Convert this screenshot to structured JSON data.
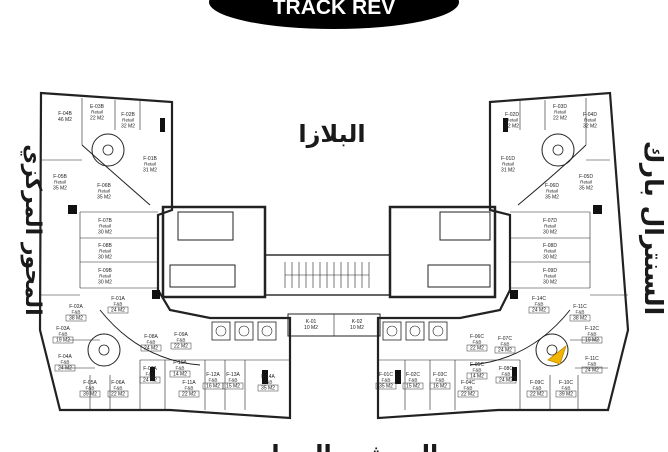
{
  "banner": {
    "title": "TRACK REV"
  },
  "labels": {
    "plaza": "البلازا",
    "central_axis": "المحور المركزي",
    "central_park": "السنترال بارك",
    "bottom": "الممشى السياحي"
  },
  "units_left": [
    {
      "id": "F-04B",
      "type": "",
      "area": "46 M2"
    },
    {
      "id": "E-03B",
      "type": "Retail",
      "area": "22 M2"
    },
    {
      "id": "F-02B",
      "type": "Retail",
      "area": "32 M2"
    },
    {
      "id": "F-01B",
      "type": "Retail",
      "area": "31 M2"
    },
    {
      "id": "F-05B",
      "type": "Retail",
      "area": "35 M2"
    },
    {
      "id": "F-06B",
      "type": "Retail",
      "area": "35 M2"
    },
    {
      "id": "F-07B",
      "type": "Retail",
      "area": "30 M2"
    },
    {
      "id": "F-08B",
      "type": "Retail",
      "area": "30 M2"
    },
    {
      "id": "F-09B",
      "type": "Retail",
      "area": "30 M2"
    },
    {
      "id": "F-02A",
      "type": "F&B",
      "area": "38 M2"
    },
    {
      "id": "F-01A",
      "type": "F&B",
      "area": "24 M2"
    },
    {
      "id": "F-03A",
      "type": "F&B",
      "area": "19 M2"
    },
    {
      "id": "F-04A",
      "type": "F&B",
      "area": "24 M2"
    },
    {
      "id": "F-05A",
      "type": "F&B",
      "area": "39 M2"
    },
    {
      "id": "F-06A",
      "type": "F&B",
      "area": "22 M2"
    },
    {
      "id": "F-07A",
      "type": "F&B",
      "area": "24 M2"
    },
    {
      "id": "F-08A",
      "type": "F&B",
      "area": "24 M2"
    },
    {
      "id": "F-09A",
      "type": "F&B",
      "area": "22 M2"
    },
    {
      "id": "F-10A",
      "type": "F&B",
      "area": "14 M2"
    },
    {
      "id": "F-11A",
      "type": "F&B",
      "area": "22 M2"
    },
    {
      "id": "F-12A",
      "type": "F&B",
      "area": "16 M2"
    },
    {
      "id": "F-13A",
      "type": "F&B",
      "area": "15 M2"
    },
    {
      "id": "F-14A",
      "type": "F&B",
      "area": "35 M2"
    }
  ],
  "units_right": [
    {
      "id": "F-02D",
      "type": "Retail",
      "area": "22 M2"
    },
    {
      "id": "F-03D",
      "type": "Retail",
      "area": "22 M2"
    },
    {
      "id": "F-04D",
      "type": "Retail",
      "area": "32 M2"
    },
    {
      "id": "F-01D",
      "type": "Retail",
      "area": "31 M2"
    },
    {
      "id": "F-05D",
      "type": "Retail",
      "area": "35 M2"
    },
    {
      "id": "F-06D",
      "type": "Retail",
      "area": "35 M2"
    },
    {
      "id": "F-07D",
      "type": "Retail",
      "area": "30 M2"
    },
    {
      "id": "F-08D",
      "type": "Retail",
      "area": "30 M2"
    },
    {
      "id": "F-09D",
      "type": "Retail",
      "area": "30 M2"
    },
    {
      "id": "F-14C",
      "type": "F&B",
      "area": "24 M2"
    },
    {
      "id": "F-11C",
      "type": "F&B",
      "area": "38 M2"
    },
    {
      "id": "F-12C",
      "type": "F&B",
      "area": "19 M2"
    },
    {
      "id": "F-06C",
      "type": "F&B",
      "area": "22 M2"
    },
    {
      "id": "F-07C",
      "type": "F&B",
      "area": "24 M2"
    },
    {
      "id": "F-11C",
      "type": "F&B",
      "area": "24 M2"
    },
    {
      "id": "F-05C",
      "type": "F&B",
      "area": "14 M2"
    },
    {
      "id": "F-08C",
      "type": "F&B",
      "area": "24 M2"
    },
    {
      "id": "F-09C",
      "type": "F&B",
      "area": "22 M2"
    },
    {
      "id": "F-10C",
      "type": "F&B",
      "area": "39 M2"
    },
    {
      "id": "F-01C",
      "type": "F&B",
      "area": "35 M2"
    },
    {
      "id": "F-02C",
      "type": "F&B",
      "area": "15 M2"
    },
    {
      "id": "F-03C",
      "type": "F&B",
      "area": "16 M2"
    },
    {
      "id": "F-04C",
      "type": "F&B",
      "area": "22 M2"
    }
  ],
  "kiosks": [
    {
      "id": "K-01",
      "area": "10 M2"
    },
    {
      "id": "K-02",
      "area": "10 M2"
    }
  ]
}
